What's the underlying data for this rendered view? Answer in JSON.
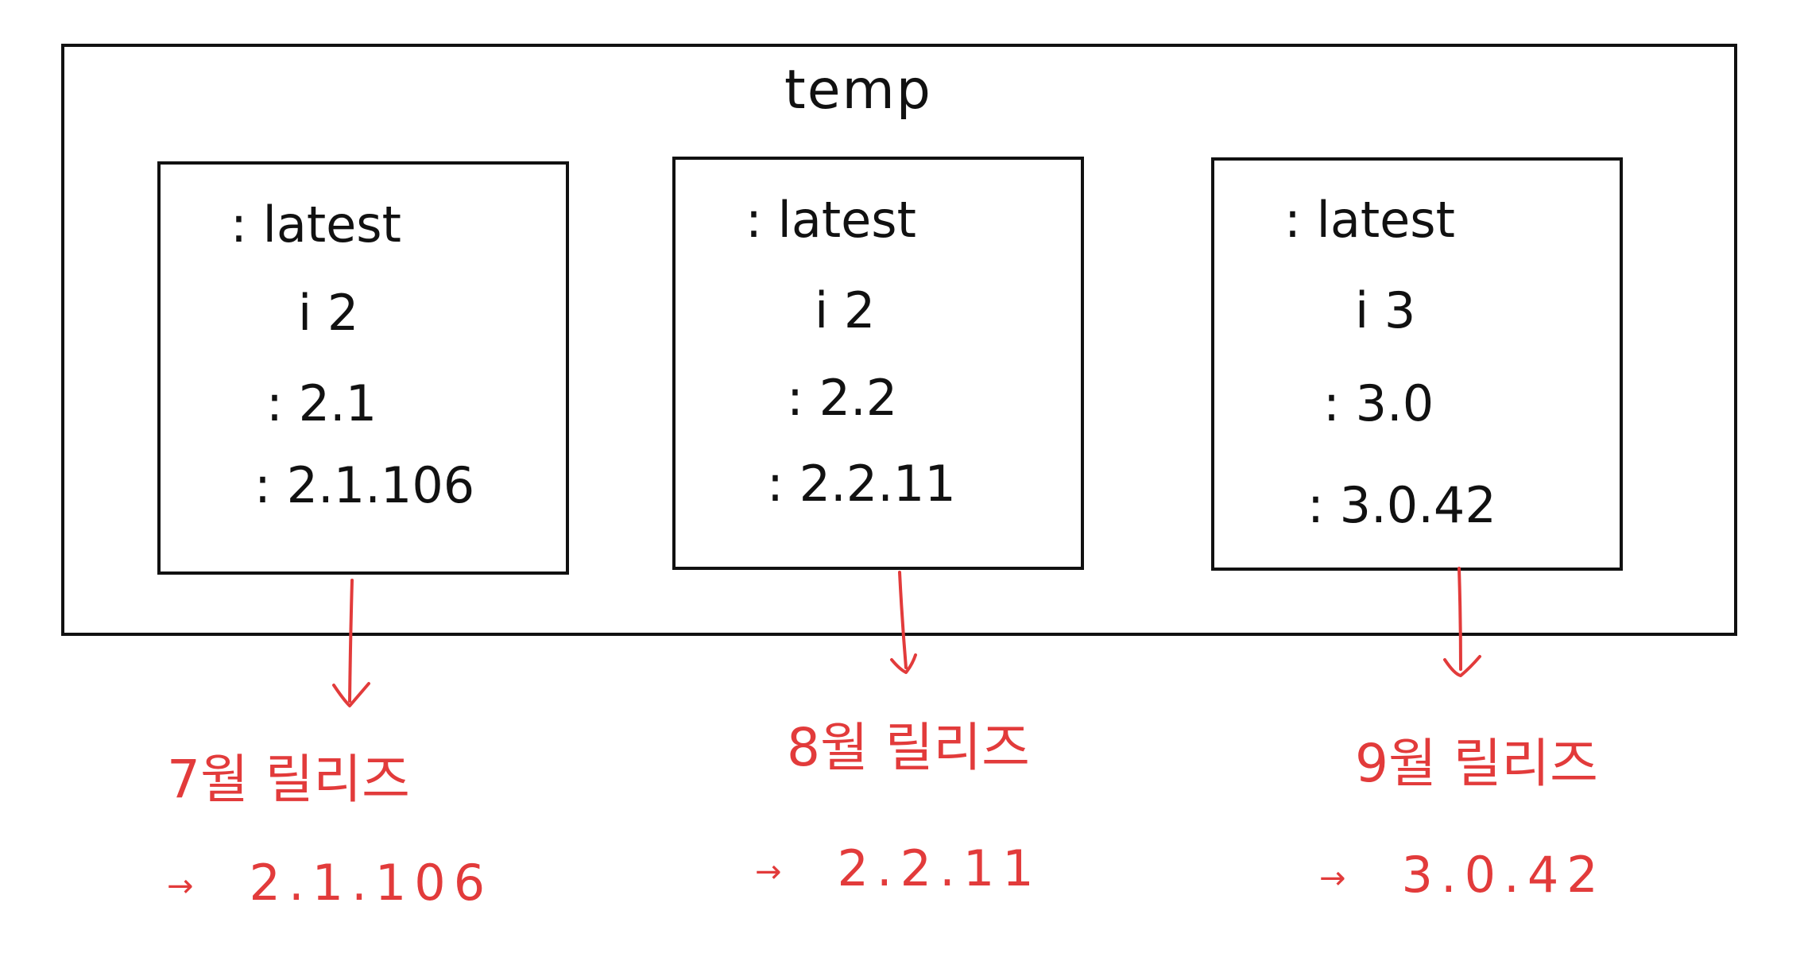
{
  "outer": {
    "title": "temp"
  },
  "boxes": [
    {
      "tags": [
        ": latest",
        "i 2",
        ": 2.1",
        ": 2.1.106"
      ],
      "release_label": "7월 릴리즈",
      "arrow_prefix": "→",
      "release_version": "2.1.106"
    },
    {
      "tags": [
        ": latest",
        "i 2",
        ": 2.2",
        ": 2.2.11"
      ],
      "release_label": "8월 릴리즈",
      "arrow_prefix": "→",
      "release_version": "2.2.11"
    },
    {
      "tags": [
        ": latest",
        "i 3",
        ": 3.0",
        ": 3.0.42"
      ],
      "release_label": "9월 릴리즈",
      "arrow_prefix": "→",
      "release_version": "3.0.42"
    }
  ],
  "colors": {
    "ink": "#111111",
    "annotation": "#e23b3b"
  }
}
